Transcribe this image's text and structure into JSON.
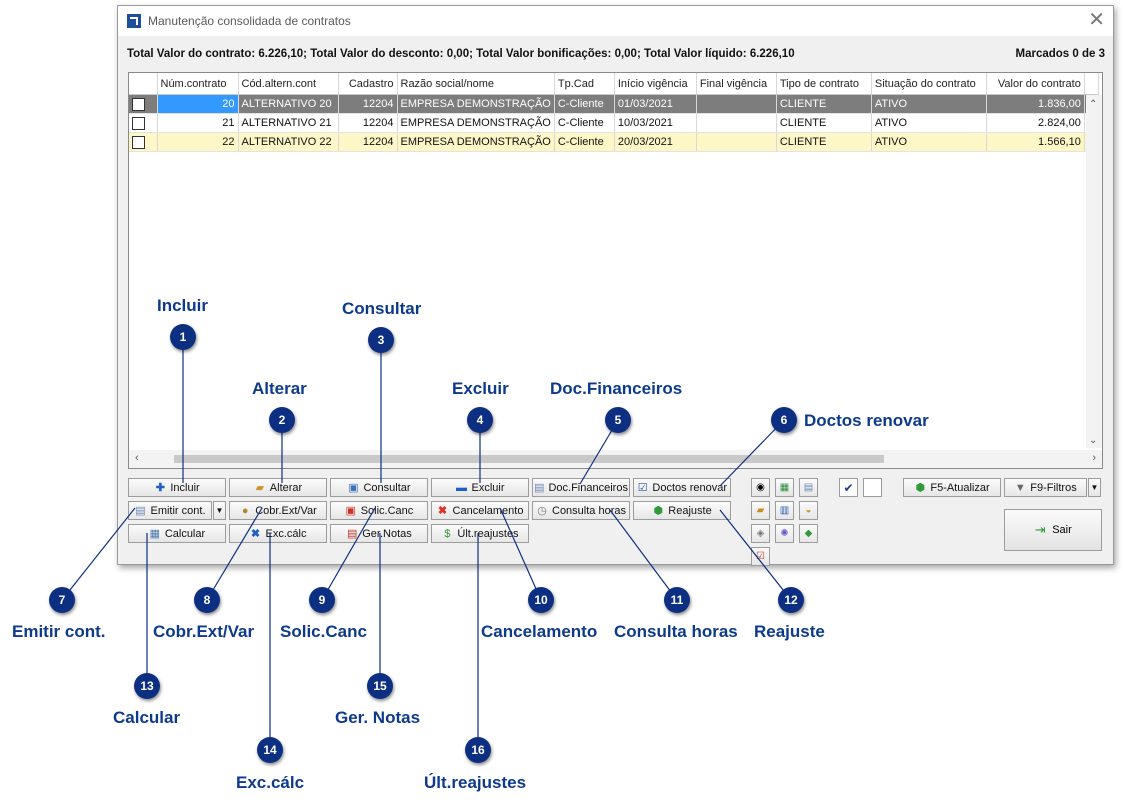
{
  "window": {
    "title": "Manutenção consolidada de contratos",
    "totals_text": "Total Valor do contrato: 6.226,10; Total Valor do desconto: 0,00; Total Valor bonificações: 0,00; Total Valor líquido: 6.226,10",
    "marked_text": "Marcados 0 de 3"
  },
  "grid": {
    "columns": [
      "Núm.contrato",
      "Cód.altern.cont",
      "Cadastro",
      "Razão social/nome",
      "Tp.Cad",
      "Início vigência",
      "Final vigência",
      "Tipo de contrato",
      "Situação do contrato",
      "Valor do contrato"
    ],
    "rows": [
      {
        "num": "20",
        "cod": "ALTERNATIVO 20",
        "cad": "12204",
        "razao": "EMPRESA DEMONSTRAÇÃO",
        "tp": "C-Cliente",
        "inicio": "01/03/2021",
        "final": "",
        "tipo": "CLIENTE",
        "situacao": "ATIVO",
        "valor": "1.836,00"
      },
      {
        "num": "21",
        "cod": "ALTERNATIVO 21",
        "cad": "12204",
        "razao": "EMPRESA DEMONSTRAÇÃO",
        "tp": "C-Cliente",
        "inicio": "10/03/2021",
        "final": "",
        "tipo": "CLIENTE",
        "situacao": "ATIVO",
        "valor": "2.824,00"
      },
      {
        "num": "22",
        "cod": "ALTERNATIVO 22",
        "cad": "12204",
        "razao": "EMPRESA DEMONSTRAÇÃO",
        "tp": "C-Cliente",
        "inicio": "20/03/2021",
        "final": "",
        "tipo": "CLIENTE",
        "situacao": "ATIVO",
        "valor": "1.566,10"
      }
    ]
  },
  "buttons": {
    "incluir": "Incluir",
    "alterar": "Alterar",
    "consultar": "Consultar",
    "excluir": "Excluir",
    "doc_financeiros": "Doc.Financeiros",
    "doctos_renovar": "Doctos renovar",
    "emitir": "Emitir cont.",
    "cobr": "Cobr.Ext/Var",
    "solic": "Solic.Canc",
    "cancelamento": "Cancelamento",
    "consulta_horas": "Consulta horas",
    "reajuste": "Reajuste",
    "calcular": "Calcular",
    "exc_calc": "Exc.cálc",
    "ger_notas": "Ger.Notas",
    "ult_reajustes": "Últ.reajustes",
    "f5": "F5-Atualizar",
    "f9": "F9-Filtros",
    "sair": "Sair"
  },
  "annotations": {
    "a1": "Incluir",
    "a2": "Alterar",
    "a3": "Consultar",
    "a4": "Excluir",
    "a5": "Doc.Financeiros",
    "a6": "Doctos renovar",
    "a7": "Emitir cont.",
    "a8": "Cobr.Ext/Var",
    "a9": "Solic.Canc",
    "a10": "Cancelamento",
    "a11": "Consulta horas",
    "a12": "Reajuste",
    "a13": "Calcular",
    "a14": "Exc.cálc",
    "a15": "Ger. Notas",
    "a16": "Últ.reajustes"
  },
  "badges": [
    "1",
    "2",
    "3",
    "4",
    "5",
    "6",
    "7",
    "8",
    "9",
    "10",
    "11",
    "12",
    "13",
    "14",
    "15",
    "16"
  ],
  "colors": {
    "accent": "#0d2f82",
    "selected_row": "#7d7d7d",
    "current_cell": "#3399ff",
    "highlight_row": "#fdf7c8"
  }
}
